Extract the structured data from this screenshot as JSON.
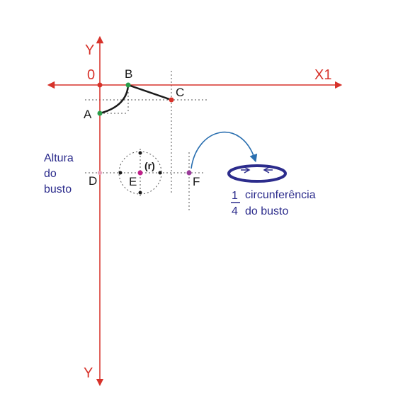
{
  "axes": {
    "y_top": "Y",
    "y_bottom": "Y",
    "x_right": "X1",
    "origin": "0",
    "color": "#d7322a"
  },
  "points": {
    "A": "A",
    "B": "B",
    "C": "C",
    "D": "D",
    "E": "E",
    "F": "F"
  },
  "radius_label": "(r)",
  "side_label": {
    "line1": "Altura",
    "line2": "do",
    "line3": "busto"
  },
  "fraction_label": {
    "numerator": "1",
    "denominator": "4",
    "text_line1": "circunferência",
    "text_line2": "do busto"
  },
  "colors": {
    "axis": "#d7322a",
    "curve": "#1a1a1a",
    "guide": "#555555",
    "point_green": "#2a9d4a",
    "point_red": "#d7322a",
    "point_magenta": "#c0208a",
    "point_purple": "#9a3a9a",
    "point_pink": "#e8a0b8",
    "blue_text": "#2c2c8c",
    "arrow_blue": "#2a6fb0",
    "ellipse": "#2c2c8c"
  }
}
